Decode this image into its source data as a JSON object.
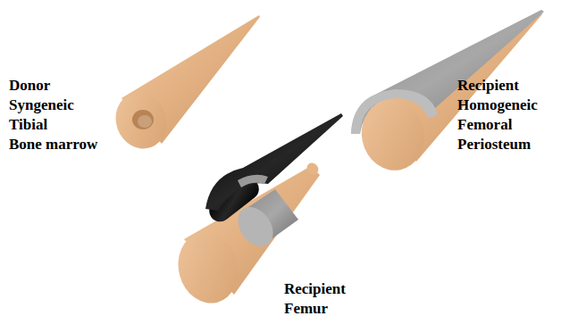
{
  "diagram": {
    "labels": [
      "Donor",
      "Syngeneic",
      "Tibial",
      "Bone marrow",
      "Recipient",
      "Homogeneic",
      "Femoral",
      "Periosteum",
      "Recipient",
      "Femur"
    ]
  }
}
